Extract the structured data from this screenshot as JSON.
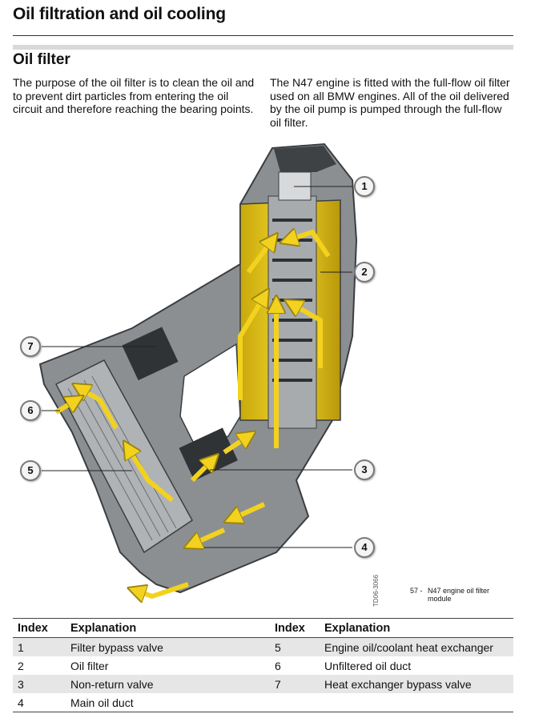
{
  "page": {
    "title": "Oil filtration and oil cooling",
    "section_title": "Oil filter",
    "para_left": "The purpose of the oil filter is to clean the oil and to prevent dirt particles from entering the oil circuit and therefore reaching the bearing points.",
    "para_right": "The N47 engine is fitted with the full-flow oil filter used on all BMW engines. All of the oil delivered by the oil pump is pumped through the full-flow oil filter."
  },
  "figure": {
    "callouts": [
      "1",
      "2",
      "3",
      "4",
      "5",
      "6",
      "7"
    ],
    "code": "TD06-3066",
    "caption_num": "57 -",
    "caption_line1": "N47 engine oil filter",
    "caption_line2": "module",
    "colors": {
      "oil": "#e8c81a",
      "metal": "#8a8d90",
      "dark": "#3e4245",
      "arrow": "#f2d21e"
    }
  },
  "table": {
    "headers": [
      "Index",
      "Explanation",
      "Index",
      "Explanation"
    ],
    "rows": [
      [
        "1",
        "Filter bypass valve",
        "5",
        "Engine oil/coolant heat exchanger"
      ],
      [
        "2",
        "Oil filter",
        "6",
        "Unfiltered oil duct"
      ],
      [
        "3",
        "Non-return valve",
        "7",
        "Heat exchanger bypass valve"
      ],
      [
        "4",
        "Main oil duct",
        "",
        ""
      ]
    ]
  }
}
